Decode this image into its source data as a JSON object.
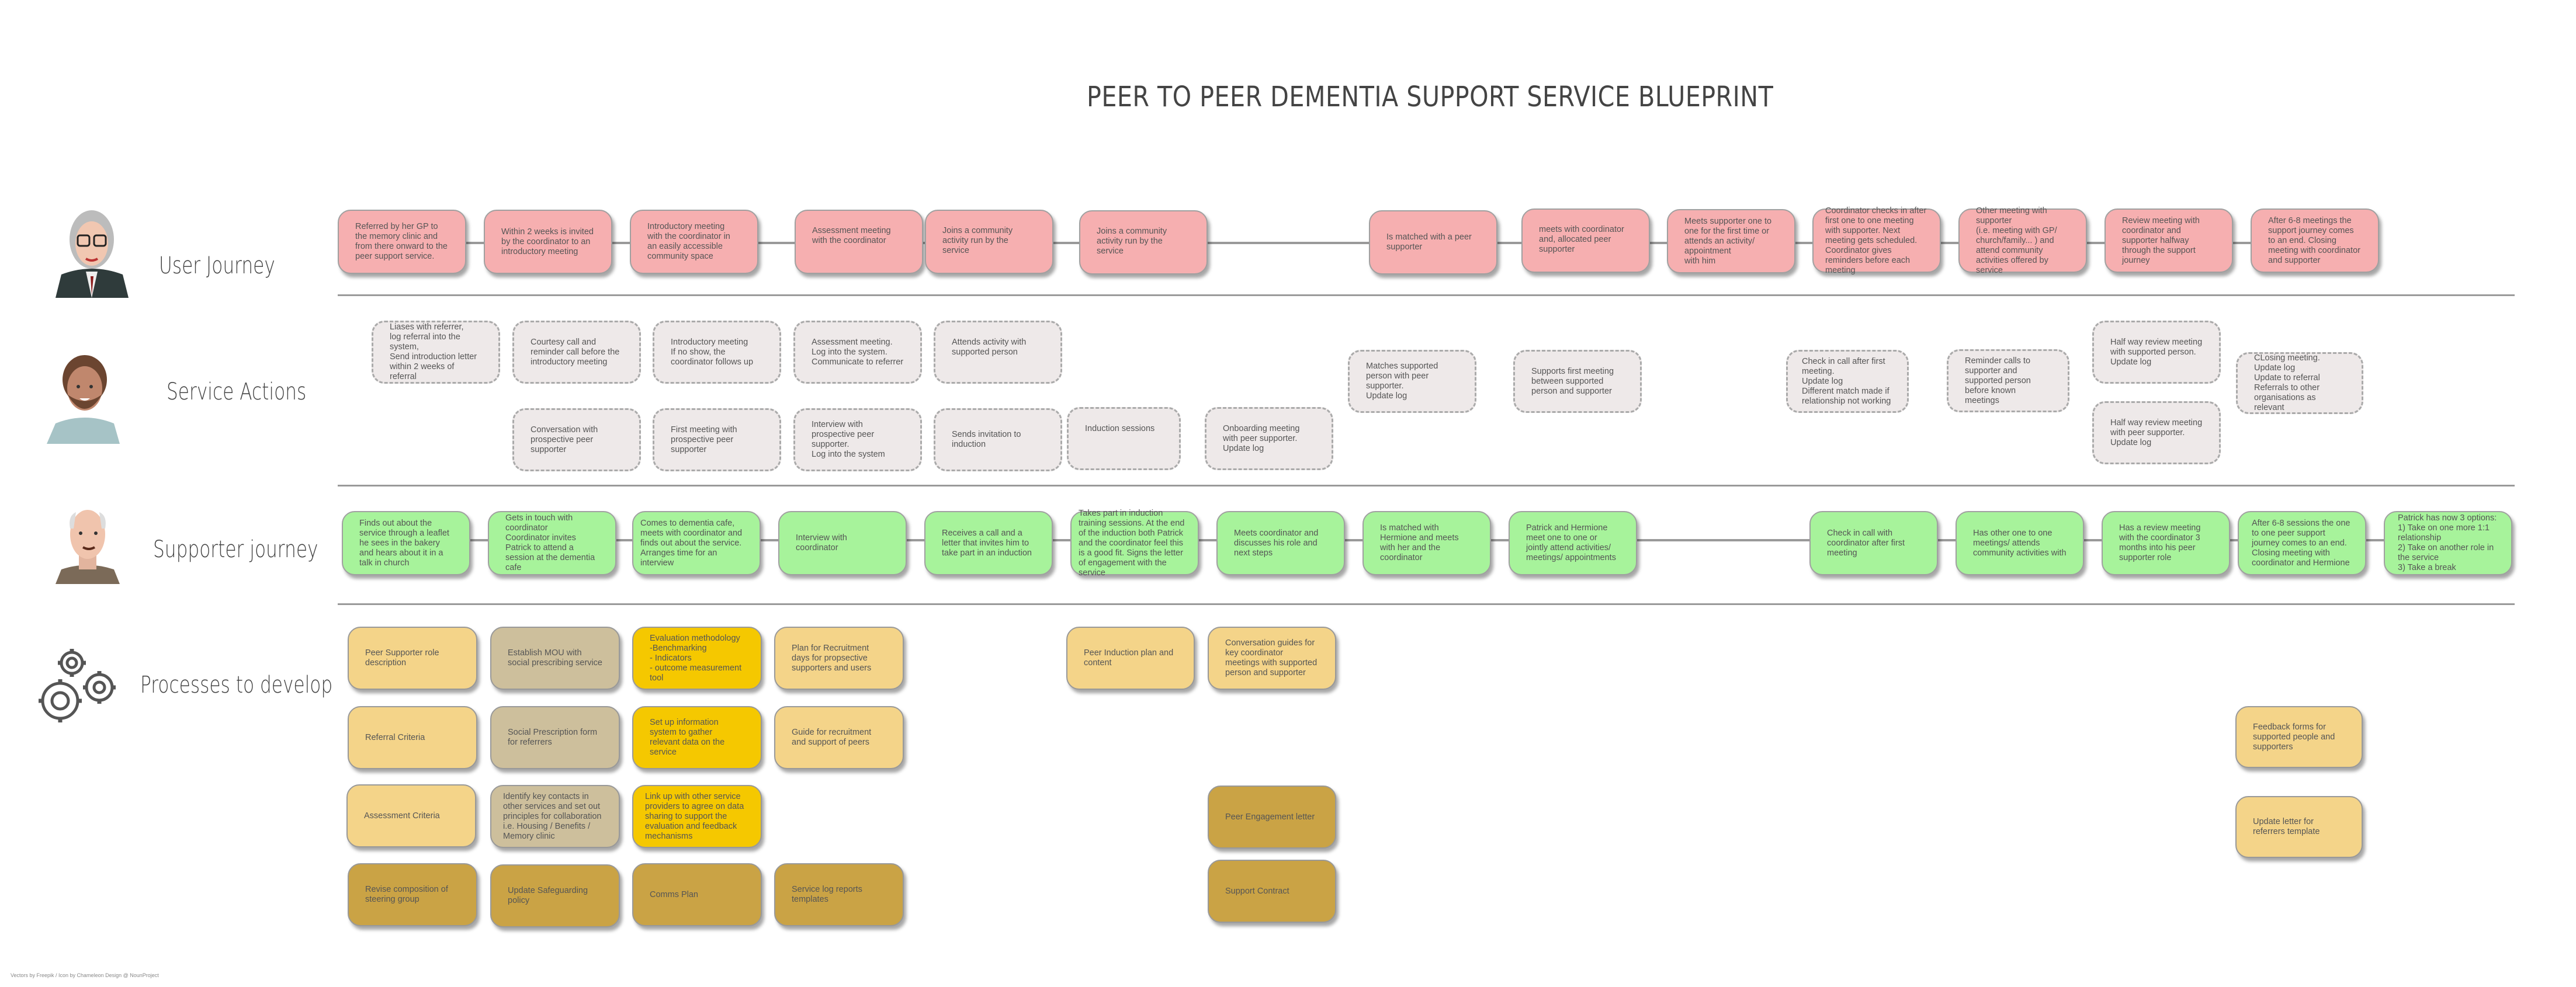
{
  "title": "PEER TO PEER DEMENTIA SUPPORT SERVICE BLUEPRINT",
  "lanes": {
    "user_journey": "User Journey",
    "service_actions": "Service Actions",
    "supporter_journey": "Supporter journey",
    "processes": "Processes to develop"
  },
  "user_journey": [
    "Referred by her GP to the memory clinic and from there onward to the peer support service.",
    "Within 2 weeks is invited by the coordinator to an introductory meeting",
    "Introductory meeting with the coordinator in an easily accessible community space",
    "Assessment meeting with the coordinator",
    "Joins a community activity run by the service",
    "Joins a community activity run by the service",
    "Is matched with a peer supporter",
    "meets with coordinator and, allocated peer supporter",
    "Meets supporter one to one for the first time or attends an activity/ appointment\nwith him",
    "Coordinator checks in after first one to one meeting with supporter. Next meeting gets scheduled. Coordinator gives reminders before each meeting",
    "Other meeting with supporter\n(i.e. meeting with GP/ church/family... ) and attend community activities offered by service",
    "Review meeting with coordinator and supporter halfway through the support journey",
    "After 6-8 meetings the support journey comes to an end. Closing meeting with coordinator and supporter"
  ],
  "service_actions_user": [
    "Liases with referrer,\nlog referral into the system,\nSend introduction letter within 2 weeks of referral",
    "Courtesy call and reminder call before the introductory meeting",
    "Introductory meeting\nIf no show, the coordinator follows up",
    "Assessment meeting.\nLog into the system.\nCommunicate to referrer",
    "Attends activity with supported person",
    "Matches supported person with peer supporter.\nUpdate log",
    "Supports first meeting between supported person and supporter",
    "Check in call after first meeting.\nUpdate log\nDifferent match made if relationship not working",
    "Reminder calls to supporter and supported person before known meetings",
    "Half way review meeting with supported person.\nUpdate log",
    "CLosing meeting.\nUpdate log\nUpdate to referral\nReferrals to other organisations as relevant"
  ],
  "service_actions_supporter": [
    "Conversation with prospective peer supporter",
    "First meeting with prospective peer supporter",
    "Interview with prospective peer supporter.\nLog into the system",
    "Sends invitation to induction",
    "Induction sessions",
    "Onboarding meeting with peer supporter.\nUpdate log",
    "Half way review meeting with peer supporter.\nUpdate log"
  ],
  "supporter_journey": [
    "Finds out about the service through a leaflet he sees in the bakery and hears about it in a talk in church",
    "Gets in touch with coordinator\nCoordinator invites Patrick to attend a session at the dementia cafe",
    "Comes to dementia cafe, meets with coordinator and finds out about the service. Arranges time for an interview",
    "Interview with coordinator",
    "Receives a call and a letter that invites him to take part in an induction",
    "Takes part in induction training sessions. At the end of the induction both Patrick and the coordinator feel this is a good fit. Signs the letter of engagement with the service",
    "Meets coordinator and discusses his role and next steps",
    "Is matched with Hermione and meets with her and the coordinator",
    "Patrick and Hermione meet one to one or jointly attend activities/\nmeetings/ appointments",
    "Check in call with coordinator after first meeting",
    "Has other one to one meetings/ attends community activities with",
    "Has a review meeting with the coordinator 3 months into his peer supporter role",
    "After 6-8 sessions the one to one peer support journey comes to an end. Closing meeting with coordinator and Hermione",
    "Patrick has now 3 options:\n1) Take on one more 1:1 relationship\n2) Take on another role in the service\n3) Take a break"
  ],
  "processes": [
    {
      "text": "Peer Supporter role description",
      "category": "light"
    },
    {
      "text": "Establish MOU with social prescribing service",
      "category": "tan"
    },
    {
      "text": "Evaluation methodology\n-Benchmarking\n- Indicators\n- outcome measurement tool",
      "category": "yellow"
    },
    {
      "text": "Plan for Recruitment days for propsective supporters and users",
      "category": "light"
    },
    {
      "text": "Peer Induction plan and content",
      "category": "light"
    },
    {
      "text": "Conversation guides for key coordinator meetings with supported person and supporter",
      "category": "light"
    },
    {
      "text": "Referral Criteria",
      "category": "light"
    },
    {
      "text": "Social Prescription form for referrers",
      "category": "tan"
    },
    {
      "text": "Set up information system to gather relevant data on the service",
      "category": "yellow"
    },
    {
      "text": "Guide for recruitment and support of peers",
      "category": "light"
    },
    {
      "text": "Feedback forms for supported people and supporters",
      "category": "light"
    },
    {
      "text": "Assessment Criteria",
      "category": "light"
    },
    {
      "text": "Identify key contacts in other services and set out principles for collaboration i.e. Housing / Benefits / Memory clinic",
      "category": "tan"
    },
    {
      "text": "Link up with other service providers to agree on data sharing to support the evaluation and feedback mechanisms",
      "category": "yellow"
    },
    {
      "text": "Peer Engagement letter",
      "category": "dark"
    },
    {
      "text": "Update letter for referrers template",
      "category": "light"
    },
    {
      "text": "Revise composition of steering group",
      "category": "dark"
    },
    {
      "text": "Update Safeguarding policy",
      "category": "dark"
    },
    {
      "text": "Comms Plan",
      "category": "dark"
    },
    {
      "text": "Service log reports templates",
      "category": "dark"
    },
    {
      "text": "Support Contract",
      "category": "dark"
    }
  ],
  "colors": {
    "user_journey": "#f6afb0",
    "supporter_journey": "#a7f39b",
    "service_action": "#eee9e9",
    "process_light": "#f4d489",
    "process_tan": "#cdbf9c",
    "process_yellow": "#f5c800",
    "process_dark": "#caa345"
  },
  "icons": {
    "user": "elderly-woman-avatar",
    "service": "bearded-man-avatar",
    "supporter": "elderly-man-avatar",
    "processes": "gears-icon"
  },
  "credit": "Vectors by Freepik / Icon by Chameleon Design @ NounProject"
}
